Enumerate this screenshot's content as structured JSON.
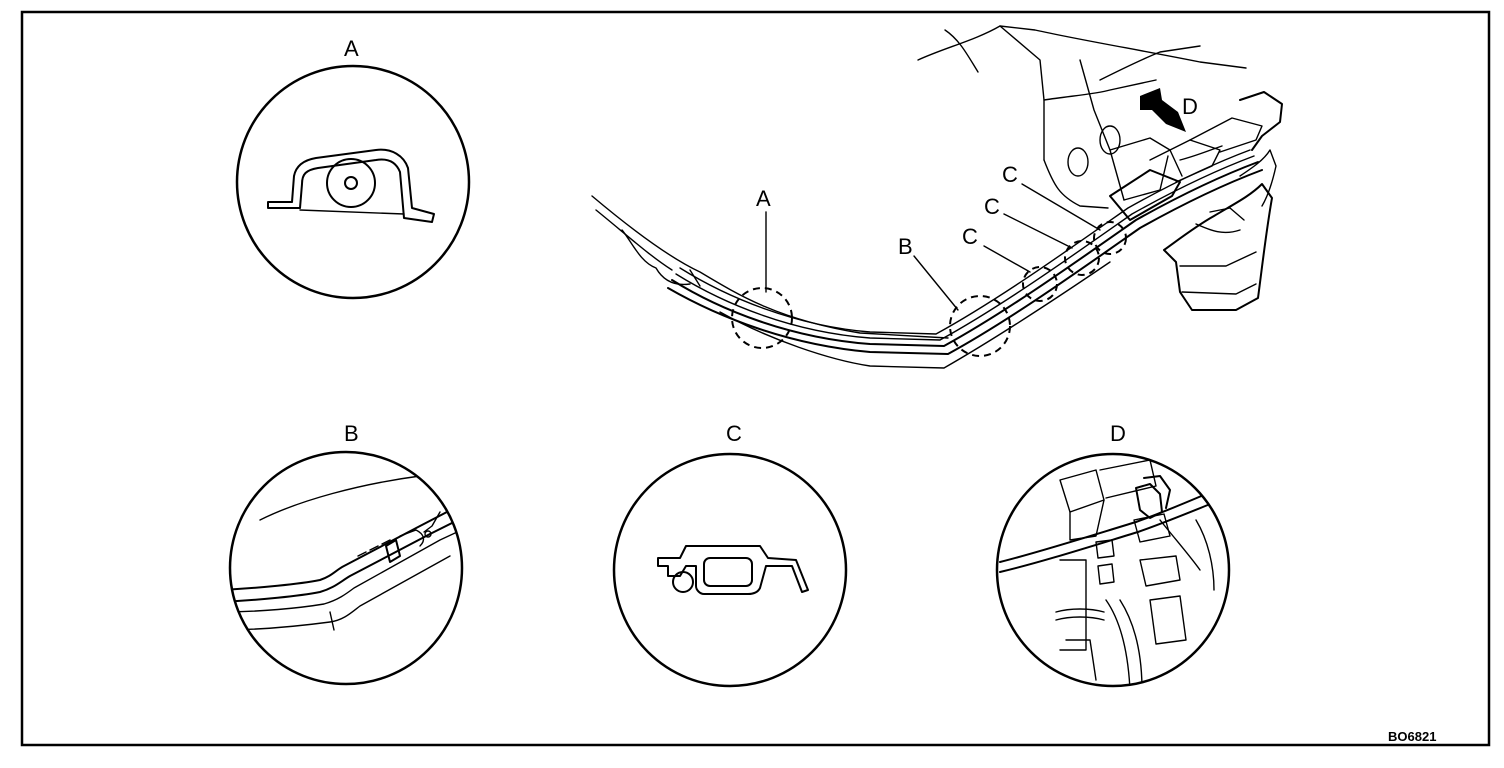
{
  "figure_code": "BO6821",
  "detail_labels": {
    "a": "A",
    "b": "B",
    "c": "C",
    "d": "D"
  },
  "callouts": {
    "a": "A",
    "b": "B",
    "c1": "C",
    "c2": "C",
    "c3": "C",
    "d": "D"
  },
  "colors": {
    "line": "#000000",
    "background": "#ffffff"
  }
}
